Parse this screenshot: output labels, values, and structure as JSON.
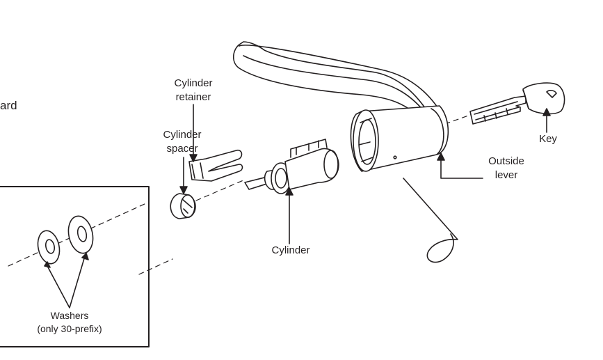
{
  "labels": {
    "partial_word": "ard",
    "cylinder_retainer": [
      "Cylinder",
      "retainer"
    ],
    "cylinder_spacer": [
      "Cylinder",
      "spacer"
    ],
    "cylinder": "Cylinder",
    "key": "Key",
    "outside_lever": [
      "Outside",
      "lever"
    ],
    "washers": [
      "Washers",
      "(only 30-prefix)"
    ]
  },
  "colors": {
    "line": "#231f20",
    "background": "#ffffff"
  }
}
